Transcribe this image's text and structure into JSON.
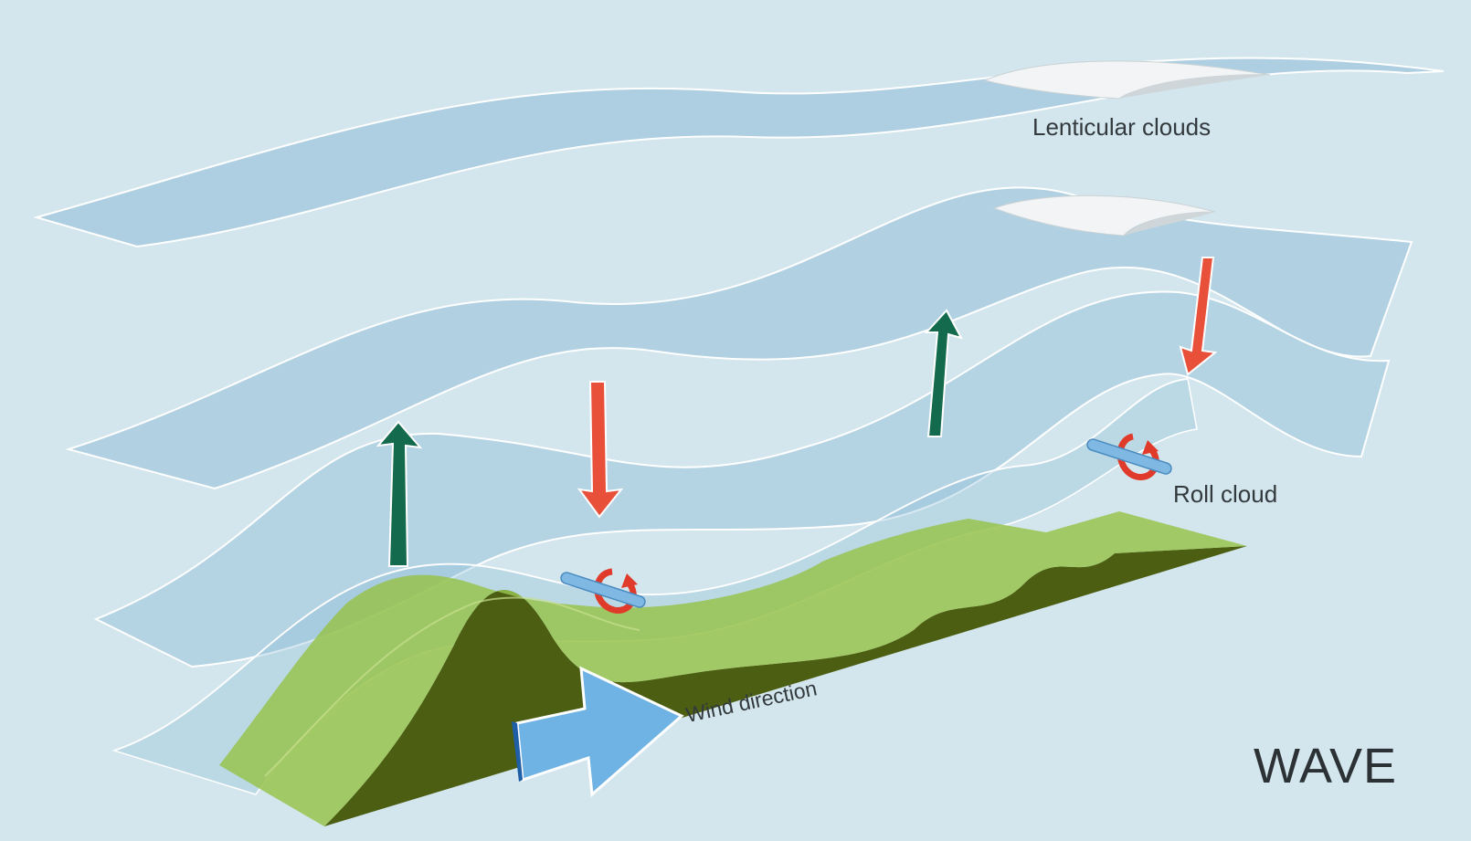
{
  "labels": {
    "lenticular": "Lenticular clouds",
    "roll": "Roll cloud",
    "wind": "Wind direction",
    "title": "WAVE"
  },
  "colors": {
    "background": "#d3e6ed",
    "airflow": "#8fbcd8",
    "airflow_outline": "#ffffff",
    "terrain_top": "#98c34e",
    "terrain_side": "#4c5e12",
    "updraft": "#146a4c",
    "downdraft": "#e8503a",
    "wind_arrow": "#6fb3e4",
    "roll_rotation": "#e03b2a",
    "cloud": "#f2f4f5"
  },
  "icons": {
    "updraft": "up-arrow-icon",
    "downdraft": "down-arrow-icon",
    "roll": "rotation-icon",
    "wind": "right-arrow-icon"
  }
}
